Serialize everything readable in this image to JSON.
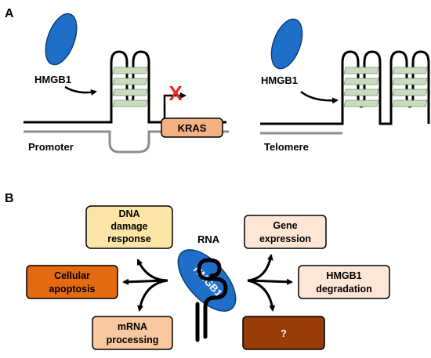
{
  "panel_a": {
    "letter": "A",
    "left": {
      "protein_label": "HMGB1",
      "dna_label": "Promoter",
      "gene_label": "KRAS",
      "blocked_mark": "X"
    },
    "right": {
      "protein_label": "HMGB1",
      "dna_label": "Telomere"
    }
  },
  "panel_b": {
    "letter": "B",
    "rna_label": "RNA",
    "protein_label": "HMGB1",
    "boxes": {
      "dna_damage": [
        "DNA",
        "damage",
        "response"
      ],
      "apoptosis": [
        "Cellular",
        "apoptosis"
      ],
      "mrna": [
        "mRNA",
        "processing"
      ],
      "gene_expr": [
        "Gene",
        "expression"
      ],
      "degradation": [
        "HMGB1",
        "degradation"
      ],
      "unknown": [
        "?"
      ]
    }
  },
  "colors": {
    "protein_blue": "#1f6fc9",
    "stack_green": "#c9dcc0",
    "kras_fill": "#f4b183",
    "cross_red": "#e8291c",
    "box_light_yellow": "#fce5a6",
    "box_orange_dark": "#e46a12",
    "box_peach": "#f8c8a0",
    "box_pale_peach": "#fde6d6",
    "box_brown": "#983c08",
    "grey_strand": "#8c8c8c"
  }
}
